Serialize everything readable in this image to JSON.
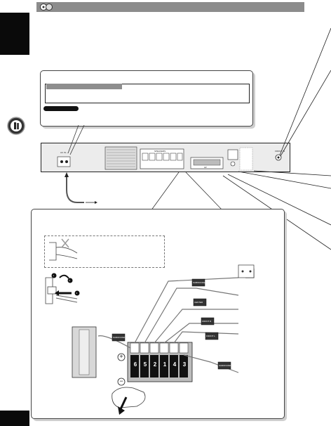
{
  "rear_panel": {
    "ac_in_label": "AC IN ~",
    "speakers_label": "SPEAKERS",
    "front_in_label": "FRONT IN",
    "scart_label": "AV"
  },
  "terminal_digits": [
    "6",
    "5",
    "2",
    "1",
    "4",
    "3"
  ],
  "tag_labels": {
    "subwoofer": "SUBWOOFER",
    "center": "CENTER",
    "front_r": "FRONT R",
    "front_l": "FRONT L",
    "surround_r": "SURROUND R",
    "surround_l": "SURROUND L"
  },
  "polarity": {
    "plus": "+",
    "minus": "−"
  },
  "step_numbers": [
    "1",
    "2",
    "3"
  ],
  "colors": {
    "header_bar": "#8c8c8c",
    "black_tab": "#0a0a0a",
    "panel_bg": "#ececec"
  },
  "icons": [
    "connection-icon",
    "info-badge-icon"
  ]
}
